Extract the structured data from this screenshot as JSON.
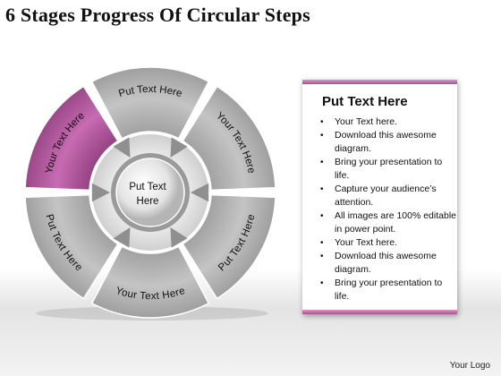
{
  "title": "6 Stages Progress Of Circular Steps",
  "diagram": {
    "center_line1": "Put Text",
    "center_line2": "Here",
    "segments": [
      {
        "label": "Put Text Here"
      },
      {
        "label": "Your Text Here"
      },
      {
        "label": "Put Text Here"
      },
      {
        "label": "Your Text Here"
      },
      {
        "label": "Put Text Here"
      },
      {
        "label": "Your Text Here"
      }
    ],
    "highlight_color": "#b0559c",
    "segment_color": "#b5b5b5"
  },
  "panel": {
    "heading": "Put Text Here",
    "bullet_symbol": "•",
    "items": [
      "Your Text here.",
      "Download this awesome diagram.",
      "Bring your presentation to life.",
      "Capture your audience’s attention.",
      "All images are 100% editable in power point.",
      "Your Text here.",
      "Download this awesome diagram.",
      "Bring your presentation to life."
    ],
    "accent_color": "#b65ba3"
  },
  "footer": "Your Logo"
}
